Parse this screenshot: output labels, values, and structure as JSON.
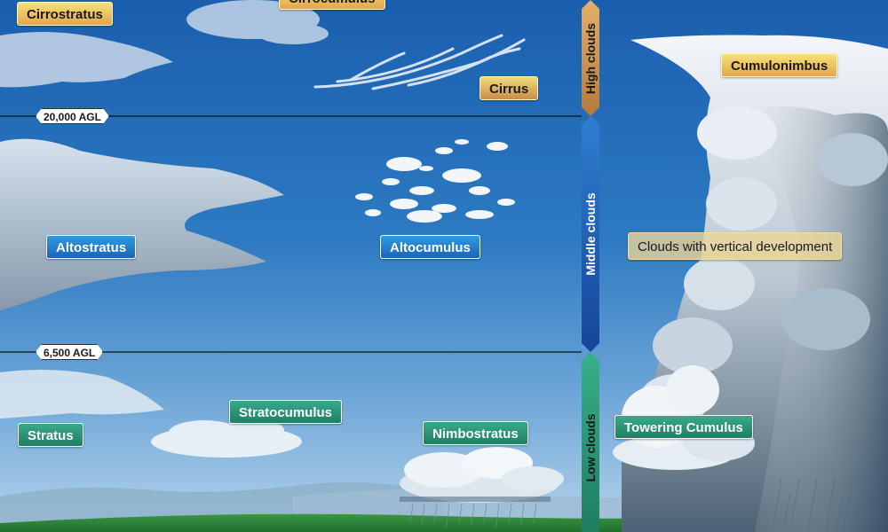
{
  "labels": {
    "cirrostratus": "Cirrostratus",
    "cirrocumulus": "Cirrocumulus",
    "cirrus": "Cirrus",
    "cumulonimbus": "Cumulonimbus",
    "altostratus": "Altostratus",
    "altocumulus": "Altocumulus",
    "vertical_development": "Clouds with vertical development",
    "stratus": "Stratus",
    "stratocumulus": "Stratocumulus",
    "nimbostratus": "Nimbostratus",
    "towering_cumulus": "Towering Cumulus"
  },
  "altitude_markers": {
    "high": "20,000 AGL",
    "low": "6,500 AGL"
  },
  "bands": {
    "high": "High clouds",
    "middle": "Middle clouds",
    "low": "Low clouds"
  },
  "colors": {
    "sky_top": "#1a5fae",
    "sky_bottom": "#a9cbe8",
    "ground": "#2f8a3c",
    "band_high": "#c88d4d",
    "band_middle": "#1d5cb3",
    "band_low": "#2a9a78"
  }
}
